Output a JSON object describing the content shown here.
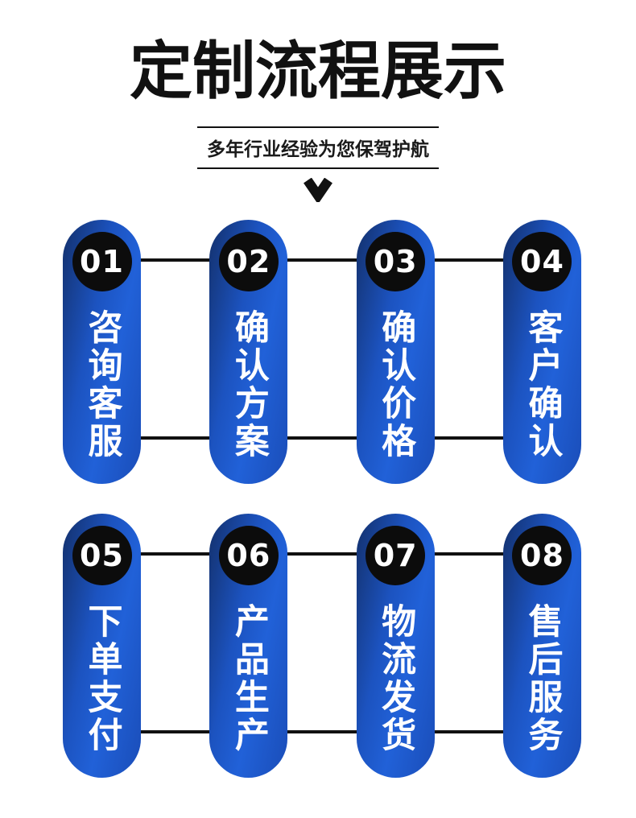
{
  "header": {
    "title": "定制流程展示",
    "subtitle": "多年行业经验为您保驾护航",
    "chevron_icon": "chevron-down"
  },
  "steps": [
    {
      "number": "01",
      "label": "咨询客服"
    },
    {
      "number": "02",
      "label": "确认方案"
    },
    {
      "number": "03",
      "label": "确认价格"
    },
    {
      "number": "04",
      "label": "客户确认"
    },
    {
      "number": "05",
      "label": "下单支付"
    },
    {
      "number": "06",
      "label": "产品生产"
    },
    {
      "number": "07",
      "label": "物流发货"
    },
    {
      "number": "08",
      "label": "售后服务"
    }
  ],
  "colors": {
    "pill_edge_dark": "#13306b",
    "pill_blue": "#1c53c0",
    "pill_bright": "#2161d8",
    "pill_right": "#1a4db8",
    "circle_black": "#0c0c0c",
    "ink": "#111111",
    "text_white": "#ffffff",
    "page_bg": "#ffffff"
  }
}
